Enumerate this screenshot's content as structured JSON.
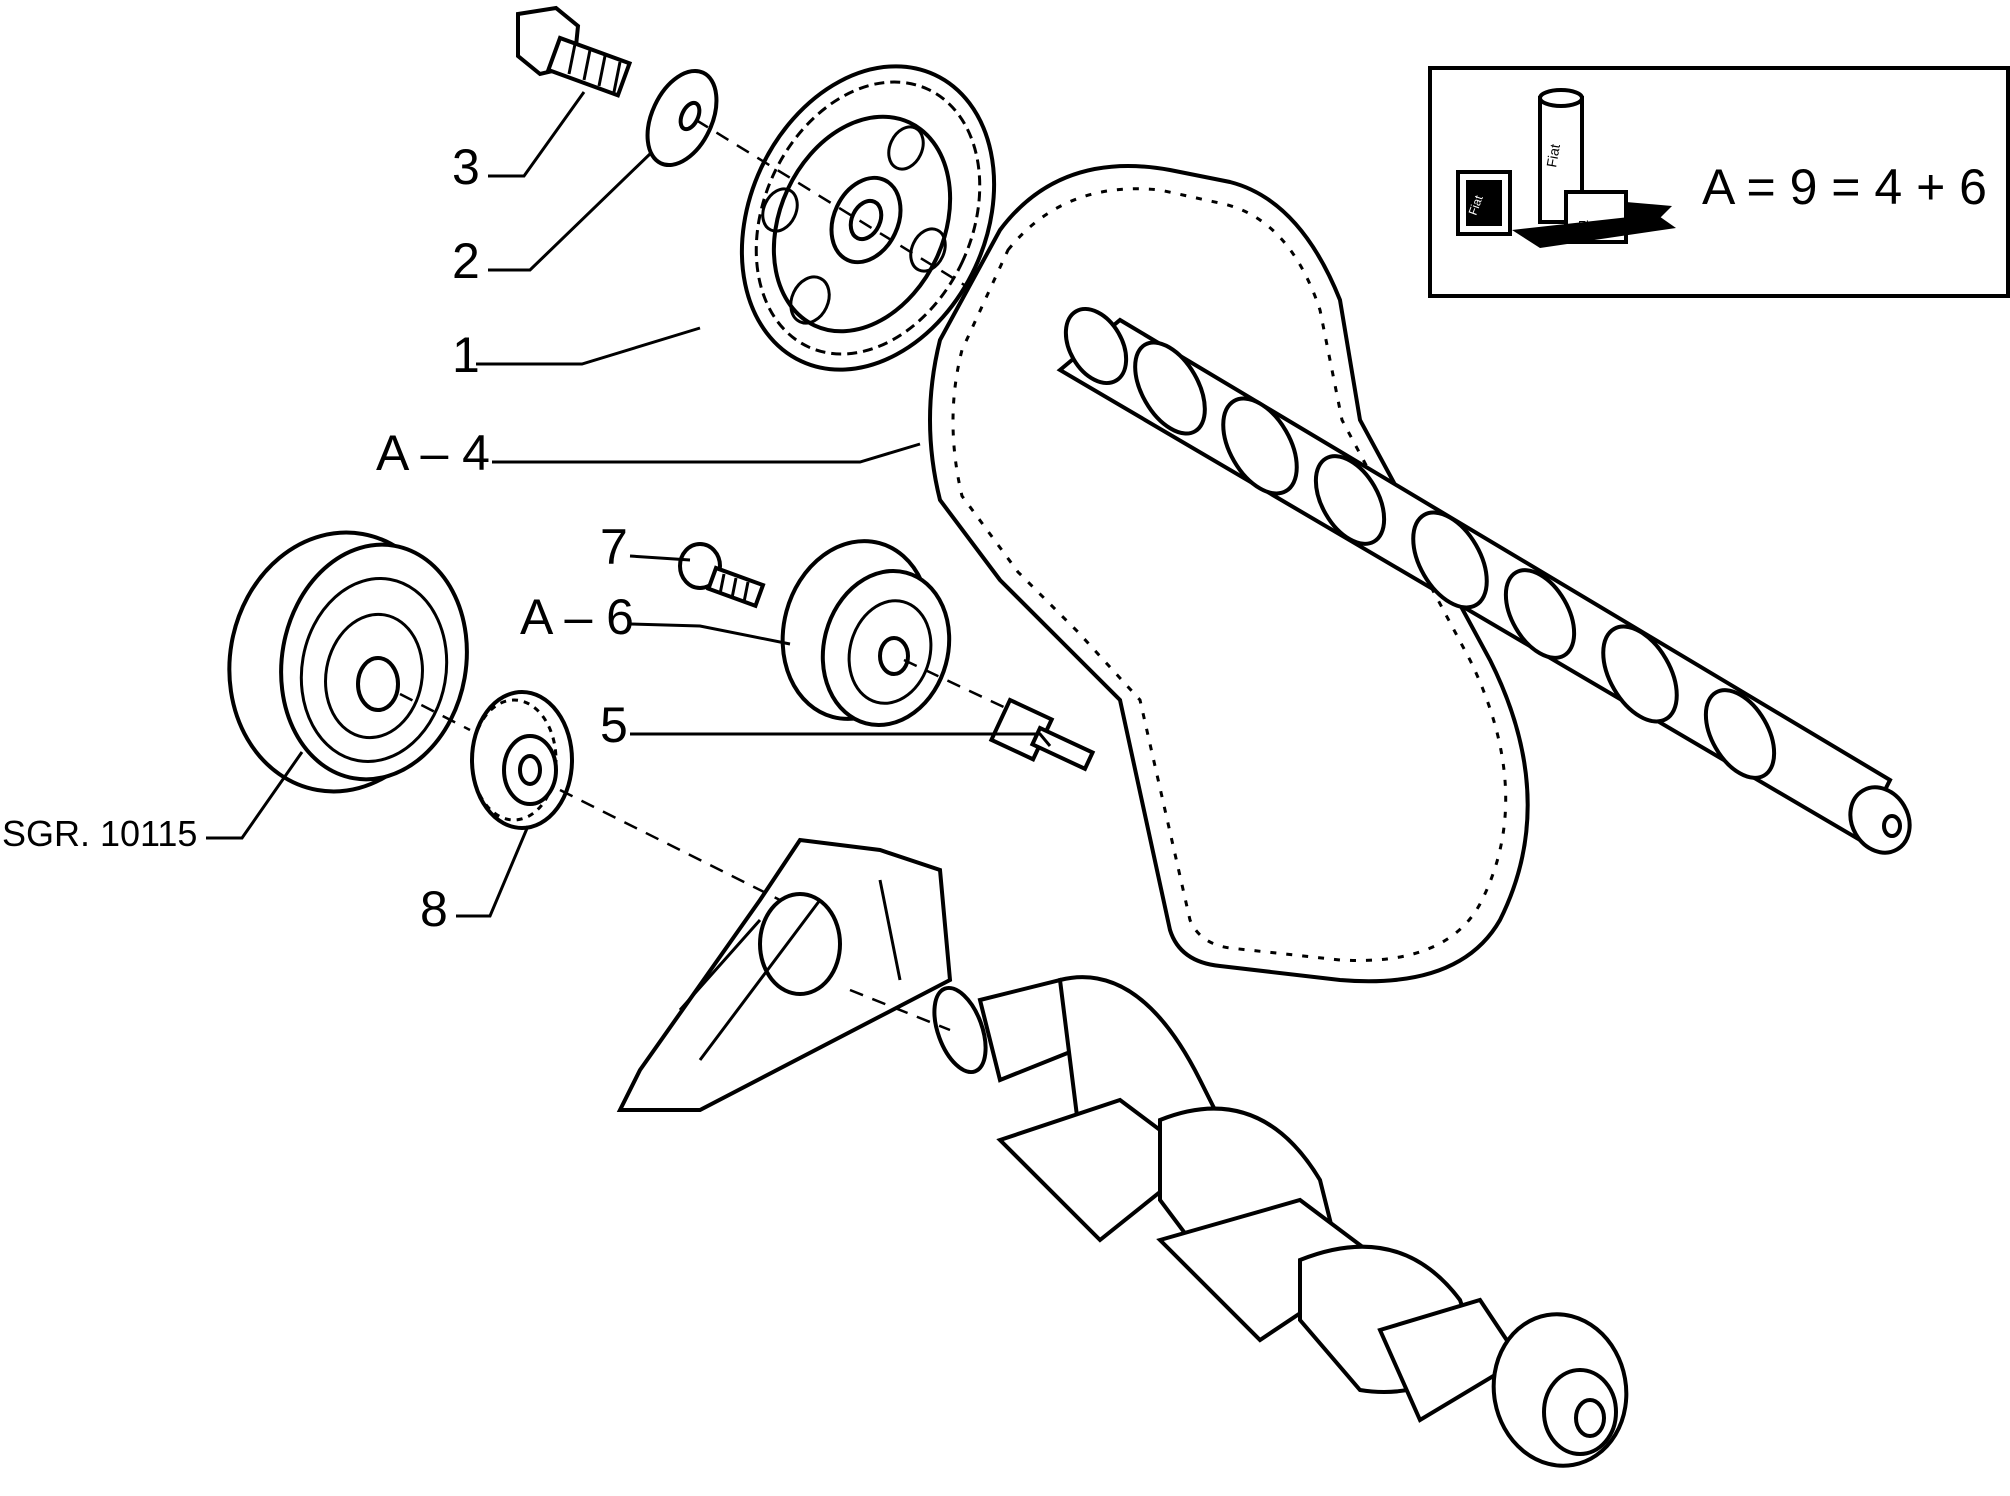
{
  "callouts": [
    {
      "id": "3",
      "text": "3"
    },
    {
      "id": "2",
      "text": "2"
    },
    {
      "id": "1",
      "text": "1"
    },
    {
      "id": "a4",
      "text": "A – 4"
    },
    {
      "id": "7",
      "text": "7"
    },
    {
      "id": "a6",
      "text": "A – 6"
    },
    {
      "id": "5",
      "text": "5"
    },
    {
      "id": "8",
      "text": "8"
    },
    {
      "id": "sgr",
      "text": "SGR. 10115"
    }
  ],
  "legend_box": {
    "formula": "A = 9 = 4 + 6",
    "icon": "fiat-parts-kit-icon",
    "icon_lettering": [
      "Fiat",
      "Fiat",
      "Fiat"
    ]
  }
}
